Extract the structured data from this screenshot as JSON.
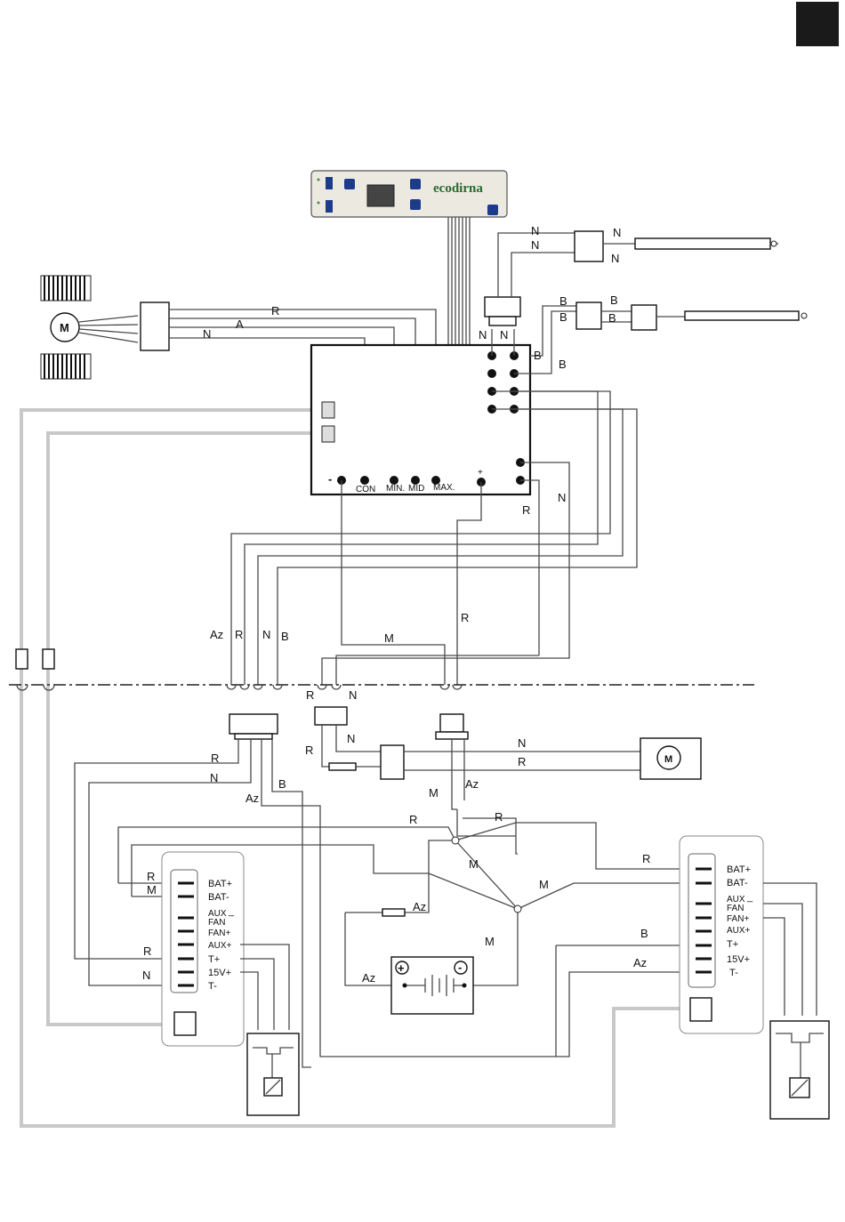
{
  "display": {
    "brand": "ecodirna"
  },
  "connectors": {
    "minus": "-",
    "con": "CON",
    "min": "MIN.",
    "mid": "MID",
    "max": "MAX.",
    "plus": "+"
  },
  "wire_labels": {
    "R": "R",
    "A": "A",
    "N": "N",
    "B": "B",
    "M": "M",
    "Az": "Az"
  },
  "motor_label": "M",
  "left_terminal": [
    "BAT+",
    "BAT-",
    "AUX",
    "FAN",
    "FAN+",
    "AUX+",
    "T+",
    "15V+",
    "T-"
  ],
  "right_terminal": [
    "BAT+",
    "BAT-",
    "AUX",
    "FAN",
    "FAN+",
    "AUX+",
    "T+",
    "15V+",
    "T-"
  ],
  "aux_fan_minus": "_",
  "battery": {
    "pos": "+",
    "neg": "-"
  },
  "colors": {
    "wire": "#4a4a4a",
    "grey_wire": "#c8c8c8",
    "ink": "#111111",
    "tab": "#1a1a1a"
  }
}
